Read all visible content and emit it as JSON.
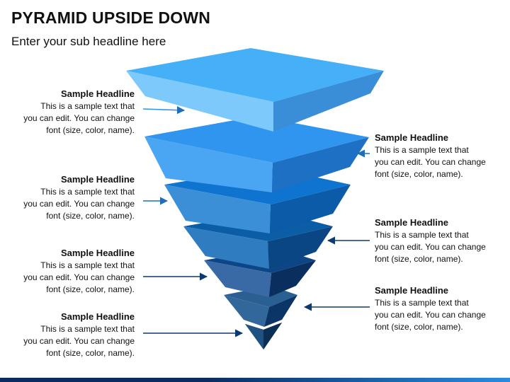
{
  "title": "PYRAMID UPSIDE DOWN",
  "subtitle": "Enter your sub headline here",
  "callouts": [
    {
      "headline": "Sample Headline",
      "text": "This is a sample text that\nyou can edit. You can change\nfont (size, color, name)."
    },
    {
      "headline": "Sample Headline",
      "text": "This is a sample text that\nyou can edit. You can change\nfont (size, color, name)."
    },
    {
      "headline": "Sample Headline",
      "text": "This is a sample text that\nyou can edit. You can change\nfont (size, color, name)."
    },
    {
      "headline": "Sample Headline",
      "text": "This is a sample text that\nyou can edit. You can change\nfont (size, color, name)."
    },
    {
      "headline": "Sample Headline",
      "text": "This is a sample text that\nyou can edit. You can change\nfont (size, color, name)."
    },
    {
      "headline": "Sample Headline",
      "text": "This is a sample text that\nyou can edit. You can change\nfont (size, color, name)."
    },
    {
      "headline": "Sample Headline",
      "text": "This is a sample text that\nyou can edit. You can change\nfont (size, color, name)."
    }
  ],
  "colors": {
    "layer_tops": [
      "#45b0f7",
      "#2f95ee",
      "#0e74cf",
      "#0b5ea6",
      "#0d4686",
      "#1a5384",
      "#0d3f73"
    ],
    "arrow": "#1f6fb8",
    "bottom_bar": [
      "#0a2c5e",
      "#2b8be0"
    ]
  }
}
